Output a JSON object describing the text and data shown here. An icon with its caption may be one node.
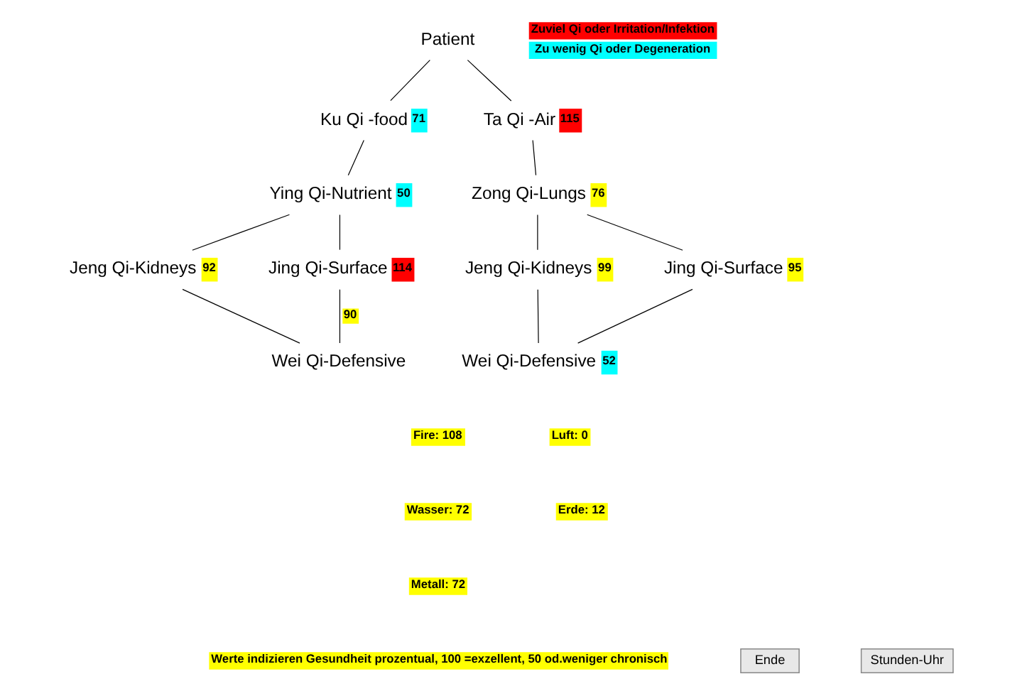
{
  "diagram": {
    "nodes": [
      {
        "text": [
          "Patient"
        ]
      },
      {
        "text": [
          "Ku Qi -food",
          "71"
        ]
      },
      {
        "text": [
          "Ying Qi-Nutrient",
          "50"
        ]
      },
      {
        "text": [
          "Jeng Qi-Kidneys",
          "92"
        ]
      },
      {
        "text": [
          "Jing Qi-Surface",
          "114"
        ]
      },
      {
        "text": [
          "Wei Qi-Defensive"
        ]
      },
      {
        "text": [
          "Ta Qi -Air",
          "115"
        ]
      },
      {
        "text": [
          "Zong Qi-Lungs",
          "76"
        ]
      },
      {
        "text": [
          "Jeng Qi-Kidneys",
          "99"
        ]
      },
      {
        "text": [
          "Jing Qi-Surface",
          "95"
        ]
      },
      {
        "text": [
          "Wei Qi-Defensive",
          "52"
        ]
      }
    ],
    "edges": [
      {
        "from": 0,
        "to": 1,
        "arrow": "none"
      },
      {
        "from": 0,
        "to": 6,
        "arrow": "none"
      },
      {
        "from": 1,
        "to": 2,
        "arrow": "none"
      },
      {
        "from": 2,
        "to": 3,
        "arrow": "none"
      },
      {
        "from": 2,
        "to": 4,
        "arrow": "none"
      },
      {
        "from": 3,
        "to": 5,
        "arrow": "none"
      },
      {
        "from": 4,
        "to": 5,
        "arrow": "none",
        "label": "90"
      },
      {
        "from": 6,
        "to": 7,
        "arrow": "none"
      },
      {
        "from": 7,
        "to": 8,
        "arrow": "none"
      },
      {
        "from": 7,
        "to": 9,
        "arrow": "none"
      },
      {
        "from": 8,
        "to": 10,
        "arrow": "none"
      },
      {
        "from": 9,
        "to": 10,
        "arrow": "none"
      }
    ],
    "labels": [
      "Fire: 108",
      "Luft: 0",
      "Wasser: 72",
      "Erde: 12",
      "Metall: 72",
      "Werte indizieren Gesundheit prozentual, 100 =exzellent, 50 od.weniger chronisch",
      "Ende",
      "Stunden-Uhr"
    ],
    "legend": [
      {
        "text": "Zuviel Qi oder Irritation/Infektion",
        "color": "#ff0000"
      },
      {
        "text": "Zu wenig Qi oder Degeneration",
        "color": "#00ffff"
      }
    ]
  }
}
